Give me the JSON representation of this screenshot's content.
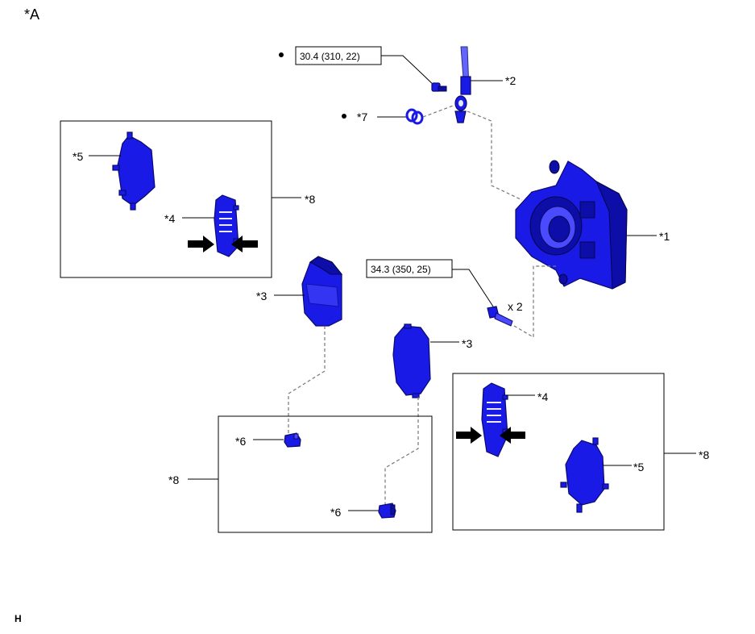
{
  "diagram": {
    "view_label": "*A",
    "footer_code": "H",
    "torque_bleeder": "30.4 (310, 22)",
    "torque_caliper_bolt": "34.3 (350, 25)",
    "qty_caliper_bolt": "x 2",
    "labels": {
      "caliper": "*1",
      "hose": "*2",
      "pad_inner": "*3",
      "pad_outer": "*3",
      "anti_squeal_shim_top": "*4",
      "anti_squeal_shim_right": "*4",
      "shim_top": "*5",
      "shim_right": "*5",
      "wear_indicator_left": "*6",
      "wear_indicator_right": "*6",
      "gasket": "*7",
      "kit_top_left": "*8",
      "kit_bottom_center": "*8",
      "kit_right": "*8"
    }
  }
}
